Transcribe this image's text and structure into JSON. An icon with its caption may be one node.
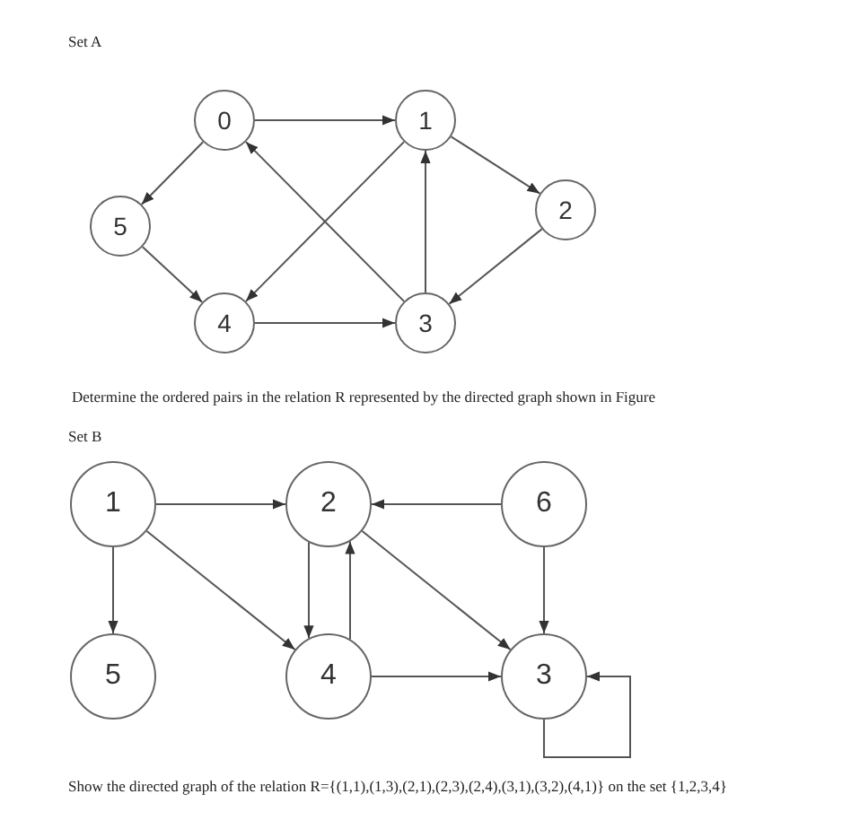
{
  "diagram": {
    "nodes": [
      {
        "text": [
          "0"
        ]
      },
      {
        "text": [
          "1"
        ]
      },
      {
        "text": [
          "5"
        ]
      },
      {
        "text": [
          "2"
        ]
      },
      {
        "text": [
          "4"
        ]
      },
      {
        "text": [
          "3"
        ]
      },
      {
        "text": [
          "1"
        ]
      },
      {
        "text": [
          "2"
        ]
      },
      {
        "text": [
          "6"
        ]
      },
      {
        "text": [
          "5"
        ]
      },
      {
        "text": [
          "4"
        ]
      },
      {
        "text": [
          "3"
        ]
      }
    ],
    "edges": [
      {
        "from": 0,
        "to": 1,
        "arrow": "to"
      },
      {
        "from": 0,
        "to": 2,
        "arrow": "to"
      },
      {
        "from": 2,
        "to": 4,
        "arrow": "to"
      },
      {
        "from": 1,
        "to": 4,
        "arrow": "to"
      },
      {
        "from": 5,
        "to": 0,
        "arrow": "to"
      },
      {
        "from": 5,
        "to": 1,
        "arrow": "to"
      },
      {
        "from": 1,
        "to": 3,
        "arrow": "to"
      },
      {
        "from": 3,
        "to": 5,
        "arrow": "to"
      },
      {
        "from": 4,
        "to": 5,
        "arrow": "to"
      },
      {
        "from": 6,
        "to": 7,
        "arrow": "to"
      },
      {
        "from": 8,
        "to": 7,
        "arrow": "to"
      },
      {
        "from": 6,
        "to": 9,
        "arrow": "to"
      },
      {
        "from": 6,
        "to": 10,
        "arrow": "to"
      },
      {
        "from": 7,
        "to": 10,
        "arrow": "to"
      },
      {
        "from": 10,
        "to": 7,
        "arrow": "to"
      },
      {
        "from": 7,
        "to": 11,
        "arrow": "to"
      },
      {
        "from": 8,
        "to": 11,
        "arrow": "to"
      },
      {
        "from": 10,
        "to": 11,
        "arrow": "to"
      },
      {
        "from": 11,
        "to": 11,
        "arrow": "to"
      }
    ],
    "labels": [
      "Set A",
      "Determine the ordered pairs in the relation R represented by the directed graph shown in Figure",
      "Set B",
      "Show the directed graph of the relation R={(1,1),(1,3),(2,1),(2,3),(2,4),(3,1),(3,2),(4,1)} on the set {1,2,3,4}"
    ]
  }
}
